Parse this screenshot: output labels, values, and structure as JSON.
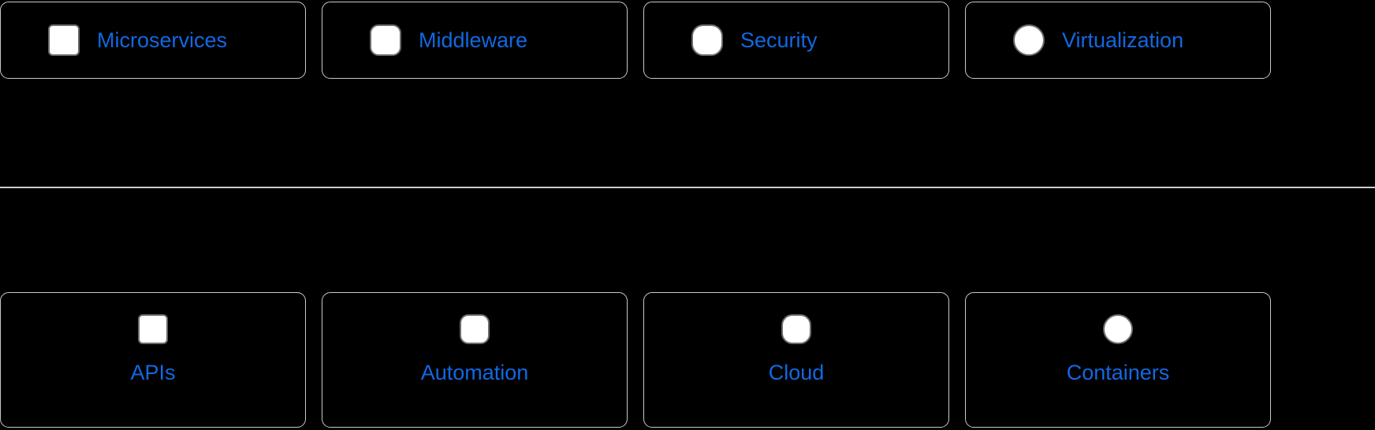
{
  "theme": {
    "background": "#000000",
    "card_border": "#c9c9c9",
    "label_color": "#1268E3",
    "icon_fill": "#ffffff",
    "icon_stroke": "#6b6b6b",
    "divider_color": "#cccccc"
  },
  "top_row": {
    "cards": [
      {
        "label": "Microservices",
        "icon": "rounded-square-icon"
      },
      {
        "label": "Middleware",
        "icon": "rounded-square-soft-icon"
      },
      {
        "label": "Security",
        "icon": "squircle-icon"
      },
      {
        "label": "Virtualization",
        "icon": "circle-icon"
      }
    ]
  },
  "bottom_row": {
    "cards": [
      {
        "label": "APIs",
        "icon": "rounded-square-icon"
      },
      {
        "label": "Automation",
        "icon": "rounded-square-soft-icon"
      },
      {
        "label": "Cloud",
        "icon": "squircle-icon"
      },
      {
        "label": "Containers",
        "icon": "circle-icon"
      }
    ]
  }
}
